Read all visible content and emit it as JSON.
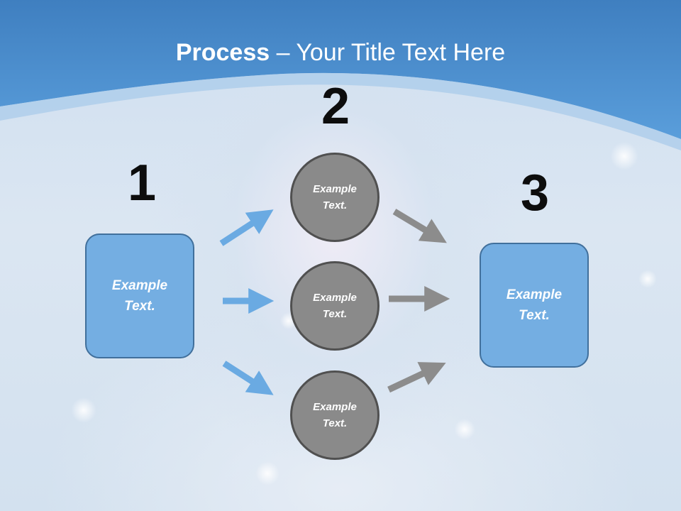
{
  "slide": {
    "title_bold": "Process",
    "title_rest": " – Your Title Text Here"
  },
  "steps": {
    "step1": "1",
    "step2": "2",
    "step3": "3"
  },
  "boxes": {
    "left": "Example Text.",
    "right": "Example Text."
  },
  "circles": {
    "top": "Example Text.",
    "middle": "Example Text.",
    "bottom": "Example Text."
  },
  "colors": {
    "header_blue": "#4a90d0",
    "box_fill": "#74aee2",
    "circle_fill": "#8a8a8a",
    "arrow_blue": "#6aaae2",
    "arrow_gray": "#8c8c8c"
  }
}
